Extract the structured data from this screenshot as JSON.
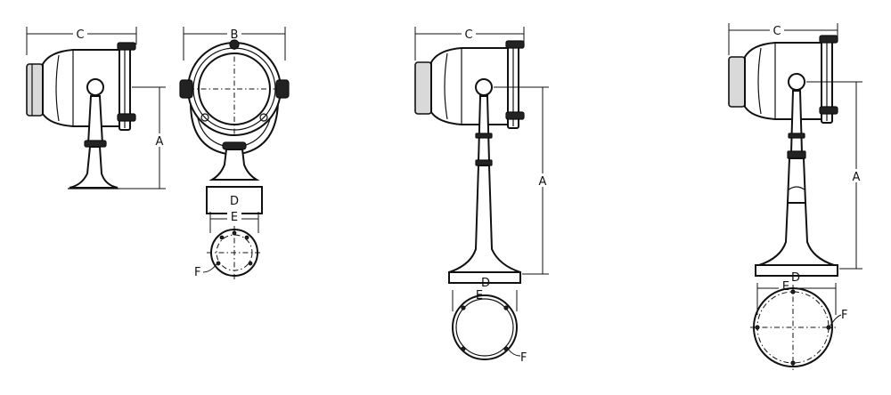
{
  "labels": {
    "a": "A",
    "b": "B",
    "c": "C",
    "d": "D",
    "e": "E",
    "f": "F"
  },
  "colors": {
    "ink": "#111111",
    "background": "#ffffff"
  }
}
